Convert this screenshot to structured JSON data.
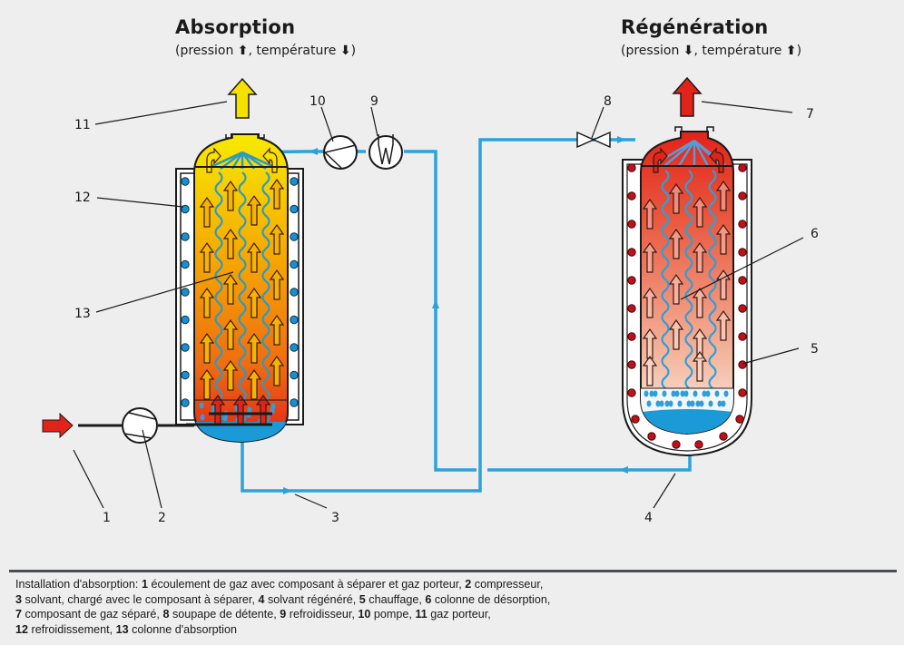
{
  "absorption": {
    "title": "Absorption",
    "subtitle_prefix": "(pression ",
    "pressure_arrow": "up",
    "subtitle_mid": ", température ",
    "temperature_arrow": "down",
    "subtitle_suffix": ")",
    "gas_color": "#f5e000",
    "column_gradient": [
      "#f7ea00",
      "#f6b000",
      "#ee6d10",
      "#e2231a"
    ],
    "coolant_color": "#1a8fcf"
  },
  "regeneration": {
    "title": "Régénération",
    "subtitle_prefix": "(pression ",
    "pressure_arrow": "down",
    "subtitle_mid": ", température ",
    "temperature_arrow": "up",
    "subtitle_suffix": ")",
    "gas_color": "#e2231a",
    "column_gradient": [
      "#e2231a",
      "#ea5a40",
      "#f4b8a0",
      "#fbeee8"
    ],
    "heater_color": "#c0101a"
  },
  "colors": {
    "solvent_line": "#2aa2dc",
    "liquid": "#1b9ad8",
    "outline": "#1a1a1a",
    "feed_arrow": "#e2231a"
  },
  "labels": [
    "1",
    "2",
    "3",
    "4",
    "5",
    "6",
    "7",
    "8",
    "9",
    "10",
    "11",
    "12",
    "13"
  ],
  "caption": {
    "intro": "Installation d'absorption: ",
    "items": [
      {
        "num": "1",
        "text": " écoulement de gaz avec composant à séparer et gaz porteur, "
      },
      {
        "num": "2",
        "text": " compresseur,"
      },
      {
        "num": "3",
        "text": " solvant, chargé avec le composant à séparer, "
      },
      {
        "num": "4",
        "text": " solvant régénéré, "
      },
      {
        "num": "5",
        "text": " chauffage, "
      },
      {
        "num": "6",
        "text": " colonne de désorption,"
      },
      {
        "num": "7",
        "text": " composant de gaz séparé, "
      },
      {
        "num": "8",
        "text": " soupape de détente, "
      },
      {
        "num": "9",
        "text": " refroidisseur, "
      },
      {
        "num": "10",
        "text": " pompe, "
      },
      {
        "num": "11",
        "text": " gaz porteur,"
      },
      {
        "num": "12",
        "text": " refroidissement, "
      },
      {
        "num": "13",
        "text": " colonne d'absorption"
      }
    ]
  }
}
